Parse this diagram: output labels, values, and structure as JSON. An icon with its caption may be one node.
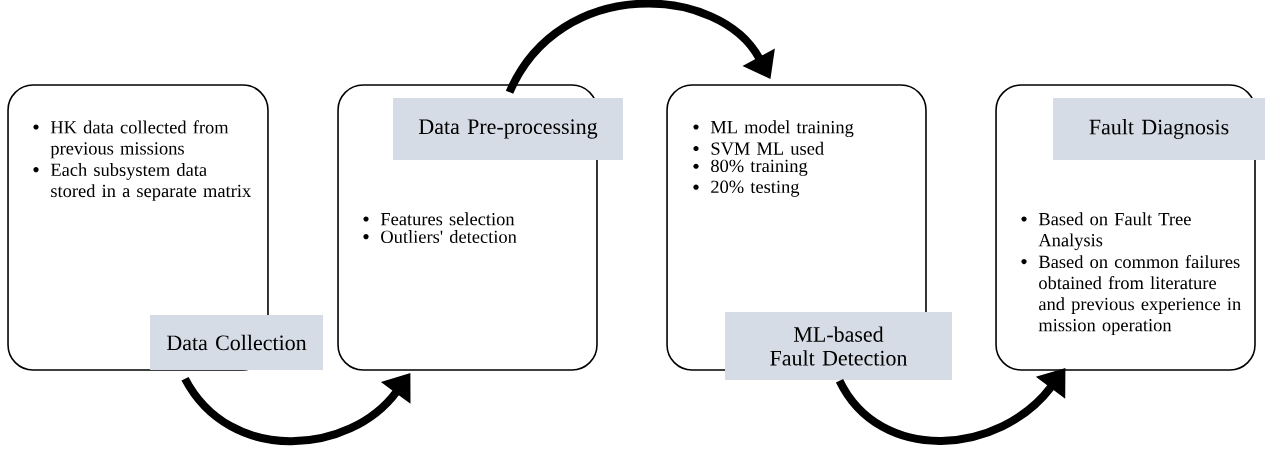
{
  "diagram": {
    "nodes": [
      {
        "text": [
          "HK data collected from previous missions",
          "Each subsystem data stored in a separate matrix",
          "Data Collection"
        ]
      },
      {
        "text": [
          "Data Pre-processing",
          "Features selection",
          "Outliers' detection"
        ]
      },
      {
        "text": [
          "ML model training",
          "SVM ML used",
          "80% training",
          "20% testing",
          "ML-based Fault Detection"
        ]
      },
      {
        "text": [
          "Fault Diagnosis",
          "Based on Fault Tree Analysis",
          "Based on common failures obtained from literature and previous experience in mission operation"
        ]
      }
    ],
    "edges": [
      {
        "from": 0,
        "to": 1,
        "arrow": "to"
      },
      {
        "from": 1,
        "to": 2,
        "arrow": "to"
      },
      {
        "from": 2,
        "to": 3,
        "arrow": "to"
      }
    ]
  }
}
